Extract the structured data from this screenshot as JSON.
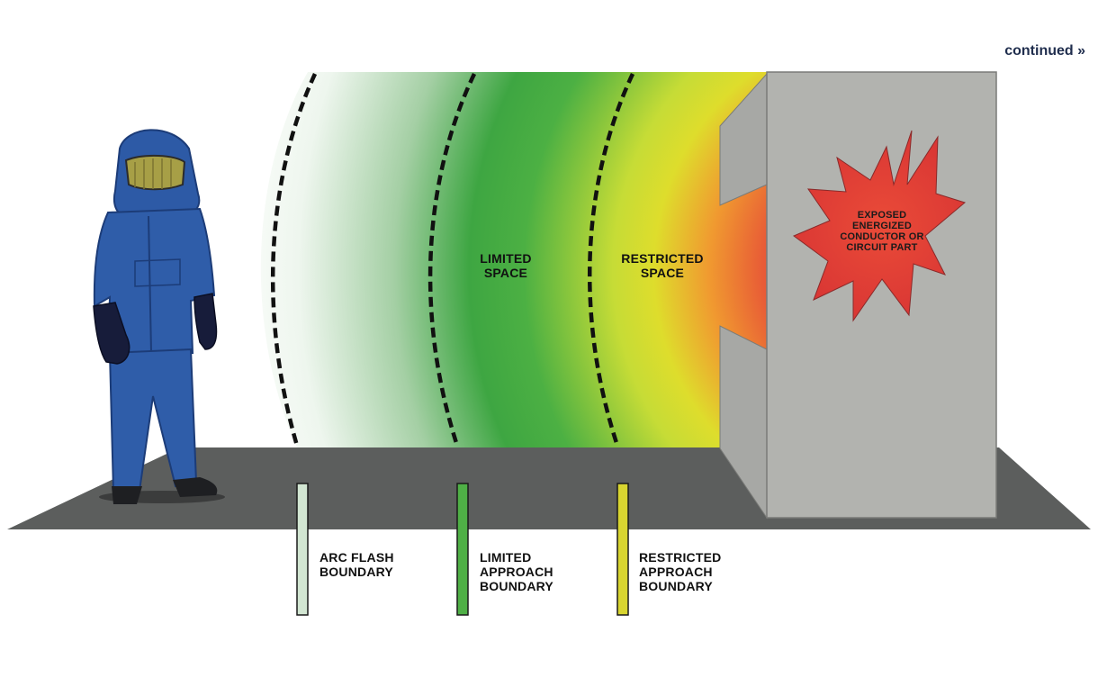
{
  "continued_text": "continued »",
  "zones": {
    "limited_space": [
      "LIMITED",
      "SPACE"
    ],
    "restricted_space": [
      "RESTRICTED",
      "SPACE"
    ]
  },
  "hazard": {
    "lines": [
      "EXPOSED",
      "ENERGIZED",
      "CONDUCTOR OR",
      "CIRCUIT PART"
    ]
  },
  "boundaries": [
    {
      "lines": [
        "ARC FLASH",
        "BOUNDARY"
      ],
      "color": "#d2e6d2"
    },
    {
      "lines": [
        "LIMITED",
        "APPROACH",
        "BOUNDARY"
      ],
      "color": "#4fb046"
    },
    {
      "lines": [
        "RESTRICTED",
        "APPROACH",
        "BOUNDARY"
      ],
      "color": "#d8d530"
    }
  ],
  "colors": {
    "floor": "#5c5e5d",
    "cabinet_front": "#b1b2ae",
    "cabinet_side": "#a6a7a4",
    "suit": "#2d5aa6",
    "star": "#e2453a",
    "boundary_line": "#111111"
  }
}
